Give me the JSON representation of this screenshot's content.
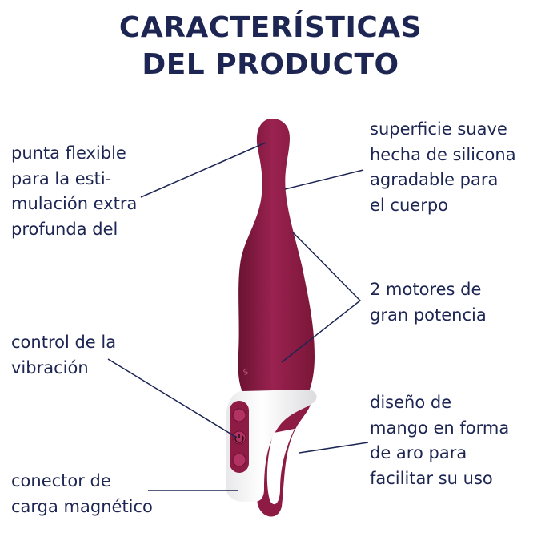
{
  "title": {
    "line1": "CARACTERÍSTICAS",
    "line2": "DEL PRODUCTO"
  },
  "features": {
    "tip": [
      "punta flexible",
      "para la esti-",
      "mulación extra",
      "profunda del"
    ],
    "surface": [
      "superficie suave",
      "hecha de silicona",
      "agradable para",
      "el cuerpo"
    ],
    "motors": [
      "2 motores de",
      "gran potencia"
    ],
    "control": [
      "control de la",
      "vibración"
    ],
    "handle": [
      "diseño de",
      "mango en forma",
      "de aro para",
      "facilitar su uso"
    ],
    "connector": [
      "conector de",
      "carga magnético"
    ]
  },
  "colors": {
    "text": "#1d2553",
    "product_body": "#8e1b43",
    "product_dark": "#6a1231",
    "handle": "#ffffff"
  }
}
